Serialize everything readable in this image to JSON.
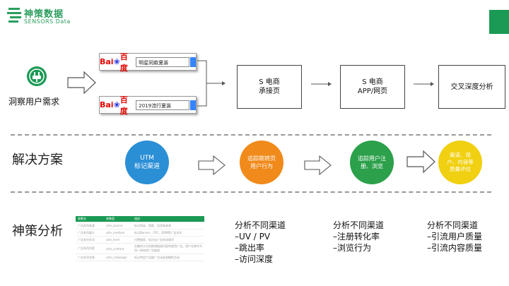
{
  "logo": {
    "name": "神策数据",
    "sub": "SENSORS Data"
  },
  "colors": {
    "brand": "#1a9a55",
    "utm": "#2b8fd6",
    "track": "#f08a1a",
    "reg": "#2ca04a",
    "eval": "#f0d010"
  },
  "insight": {
    "label": "洞察用户需求",
    "icon": "plug-icon"
  },
  "baidu": [
    {
      "logo": "Bai百度",
      "query": "明星同款夏装"
    },
    {
      "logo": "Bai百度",
      "query": "2019流行夏装"
    }
  ],
  "flow": [
    {
      "label": "S 电商\n承接页"
    },
    {
      "label": "S 电商\nAPP/网页"
    },
    {
      "label": "交叉深度分析"
    }
  ],
  "solution": {
    "title": "解决方案",
    "circles": [
      {
        "label": "UTM\n标记渠道"
      },
      {
        "label": "追踪跳转页\n用户行为"
      },
      {
        "label": "追踪用户注\n册、浏览"
      },
      {
        "label": "渠道、用\n户、内容等\n质量评估"
      }
    ]
  },
  "sensors": {
    "title": "神策分析",
    "table": {
      "headers": [
        "参数名",
        "参数值",
        "描述"
      ],
      "rows": [
        [
          "广告系列来源",
          "utm_source",
          "标记网站、搜索、应用来来源"
        ],
        [
          "广告系列媒介",
          "utm_medium",
          "标记Banner、CPC、EDM等广告形式"
        ],
        [
          "广告系列字词",
          "utm_term",
          "付费搜索、标识出广告的关键字"
        ],
        [
          "广告系列内容",
          "utm_content",
          "在集同方分别推销链接内容时使用广告。用户名称作为同一网站的广告链接"
        ],
        [
          "广告系列名称",
          "utm_campaign",
          "标记特定产品推广活动或战略性活动"
        ]
      ]
    },
    "notes": [
      "分析不同渠道\n–UV / PV\n–跳出率\n–访问深度",
      "分析不同渠道\n–注册转化率\n–浏览行为",
      "分析不同渠道\n–引流用户质量\n–引流内容质量"
    ]
  }
}
